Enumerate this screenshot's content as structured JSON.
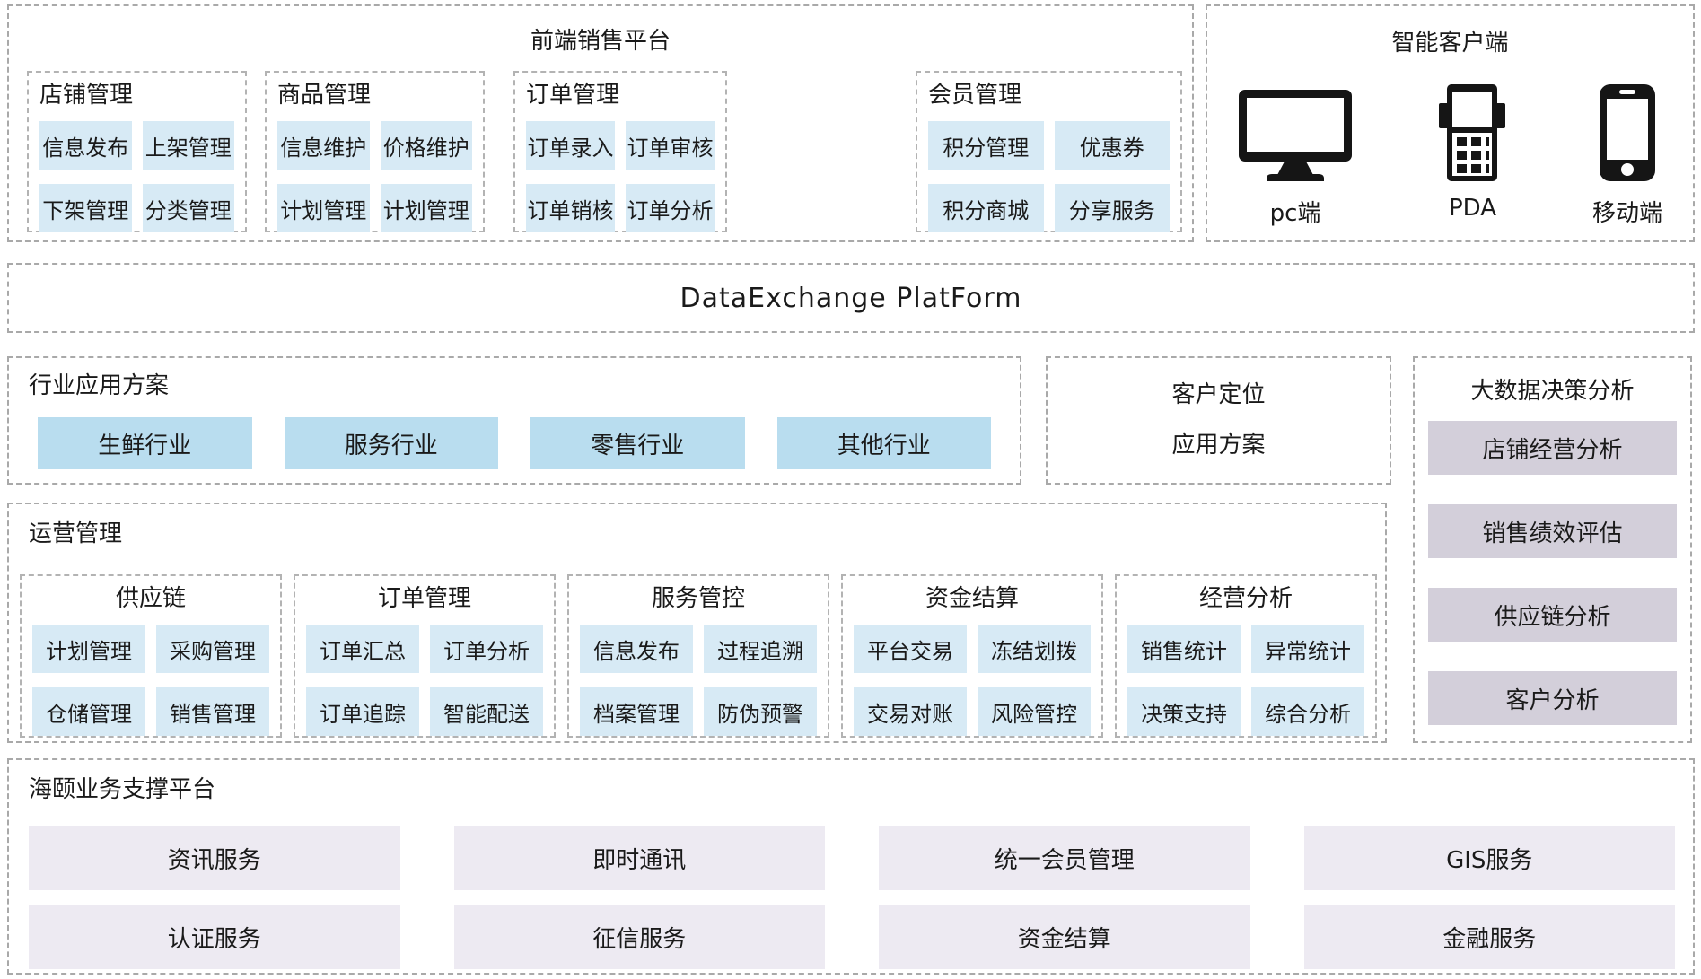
{
  "front_platform": {
    "title": "前端销售平台",
    "groups": [
      {
        "title": "店铺管理",
        "items": [
          "信息发布",
          "上架管理",
          "下架管理",
          "分类管理"
        ]
      },
      {
        "title": "商品管理",
        "items": [
          "信息维护",
          "价格维护",
          "计划管理",
          "计划管理"
        ]
      },
      {
        "title": "订单管理",
        "items": [
          "订单录入",
          "订单审核",
          "订单销核",
          "订单分析"
        ]
      },
      {
        "title": "会员管理",
        "items": [
          "积分管理",
          "优惠券",
          "积分商城",
          "分享服务"
        ]
      }
    ]
  },
  "smart_client": {
    "title": "智能客户端",
    "devices": [
      {
        "icon": "desktop-monitor-icon",
        "label": "pc端"
      },
      {
        "icon": "pda-device-icon",
        "label": "PDA"
      },
      {
        "icon": "mobile-phone-icon",
        "label": "移动端"
      }
    ]
  },
  "data_exchange": {
    "title": "DataExchange PlatForm"
  },
  "industry_solutions": {
    "title": "行业应用方案",
    "items": [
      "生鲜行业",
      "服务行业",
      "零售行业",
      "其他行业"
    ]
  },
  "customer_positioning": {
    "line1": "客户定位",
    "line2": "应用方案"
  },
  "big_data": {
    "title": "大数据决策分析",
    "items": [
      "店铺经营分析",
      "销售绩效评估",
      "供应链分析",
      "客户分析"
    ]
  },
  "operations": {
    "title": "运营管理",
    "groups": [
      {
        "title": "供应链",
        "items": [
          "计划管理",
          "采购管理",
          "仓储管理",
          "销售管理"
        ]
      },
      {
        "title": "订单管理",
        "items": [
          "订单汇总",
          "订单分析",
          "订单追踪",
          "智能配送"
        ]
      },
      {
        "title": "服务管控",
        "items": [
          "信息发布",
          "过程追溯",
          "档案管理",
          "防伪预警"
        ]
      },
      {
        "title": "资金结算",
        "items": [
          "平台交易",
          "冻结划拨",
          "交易对账",
          "风险管控"
        ]
      },
      {
        "title": "经营分析",
        "items": [
          "销售统计",
          "异常统计",
          "决策支持",
          "综合分析"
        ]
      }
    ]
  },
  "support_platform": {
    "title": "海颐业务支撑平台",
    "items": [
      "资讯服务",
      "即时通讯",
      "统一会员管理",
      "GIS服务",
      "认证服务",
      "征信服务",
      "资金结算",
      "金融服务"
    ]
  },
  "colors": {
    "chip_light_blue": "#d7eaf5",
    "chip_medium_blue": "#b9ddef",
    "chip_gray_lavender": "#d3cfda",
    "chip_pale_lavender": "#edeaf2",
    "dashed_border": "#a9a9a9",
    "icon_black": "#151515"
  }
}
